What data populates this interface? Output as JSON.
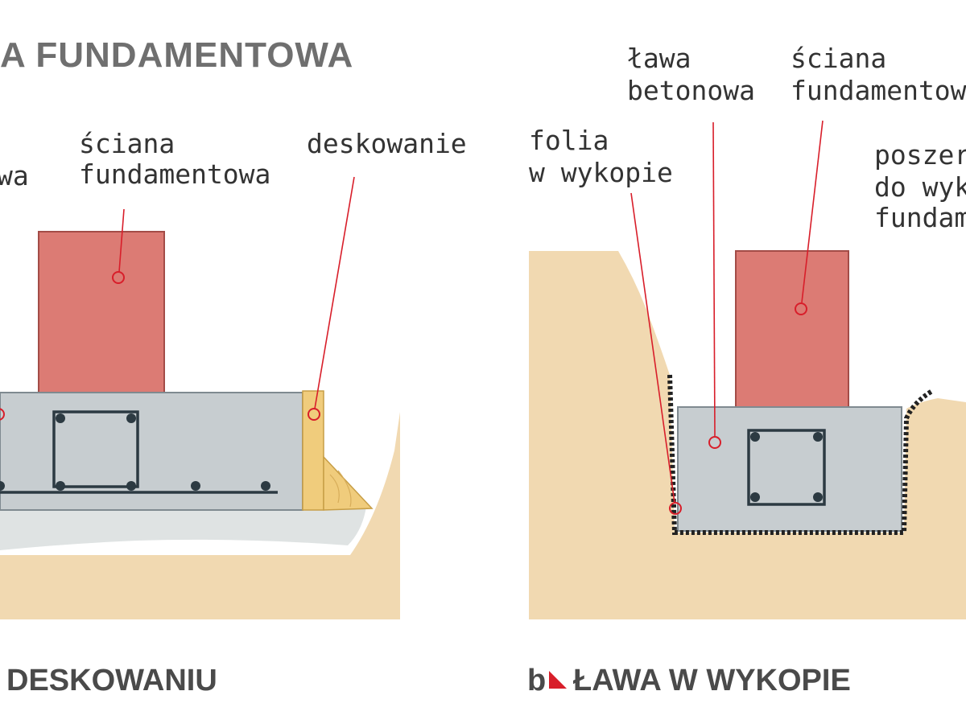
{
  "title": "A FUNDAMENTOWA",
  "panel_a": {
    "caption": "DESKOWANIU",
    "labels": {
      "footing_partial": "wa",
      "wall_line1": "ściana",
      "wall_line2": "fundamentowa",
      "formwork": "deskowanie"
    }
  },
  "panel_b": {
    "caption_letter": "b",
    "caption": "ŁAWA W WYKOPIE",
    "labels": {
      "footing_line1": "ława",
      "footing_line2": "betonowa",
      "wall_line1": "ściana",
      "wall_line2": "fundamentow",
      "foil_line1": "folia",
      "foil_line2": "w wykopie",
      "widen_line1": "poszer",
      "widen_line2": "do wyk",
      "widen_line3": "fundam"
    }
  },
  "colors": {
    "soil": "#f1d9b1",
    "gravel": "#dfe3e3",
    "concrete": "#c7cdd0",
    "concrete_edge": "#7f8a90",
    "wall": "#dc7b74",
    "wall_edge": "#a34c47",
    "wood": "#f0cc7c",
    "leader": "#d81e2a",
    "rebar": "#2c3a42"
  }
}
